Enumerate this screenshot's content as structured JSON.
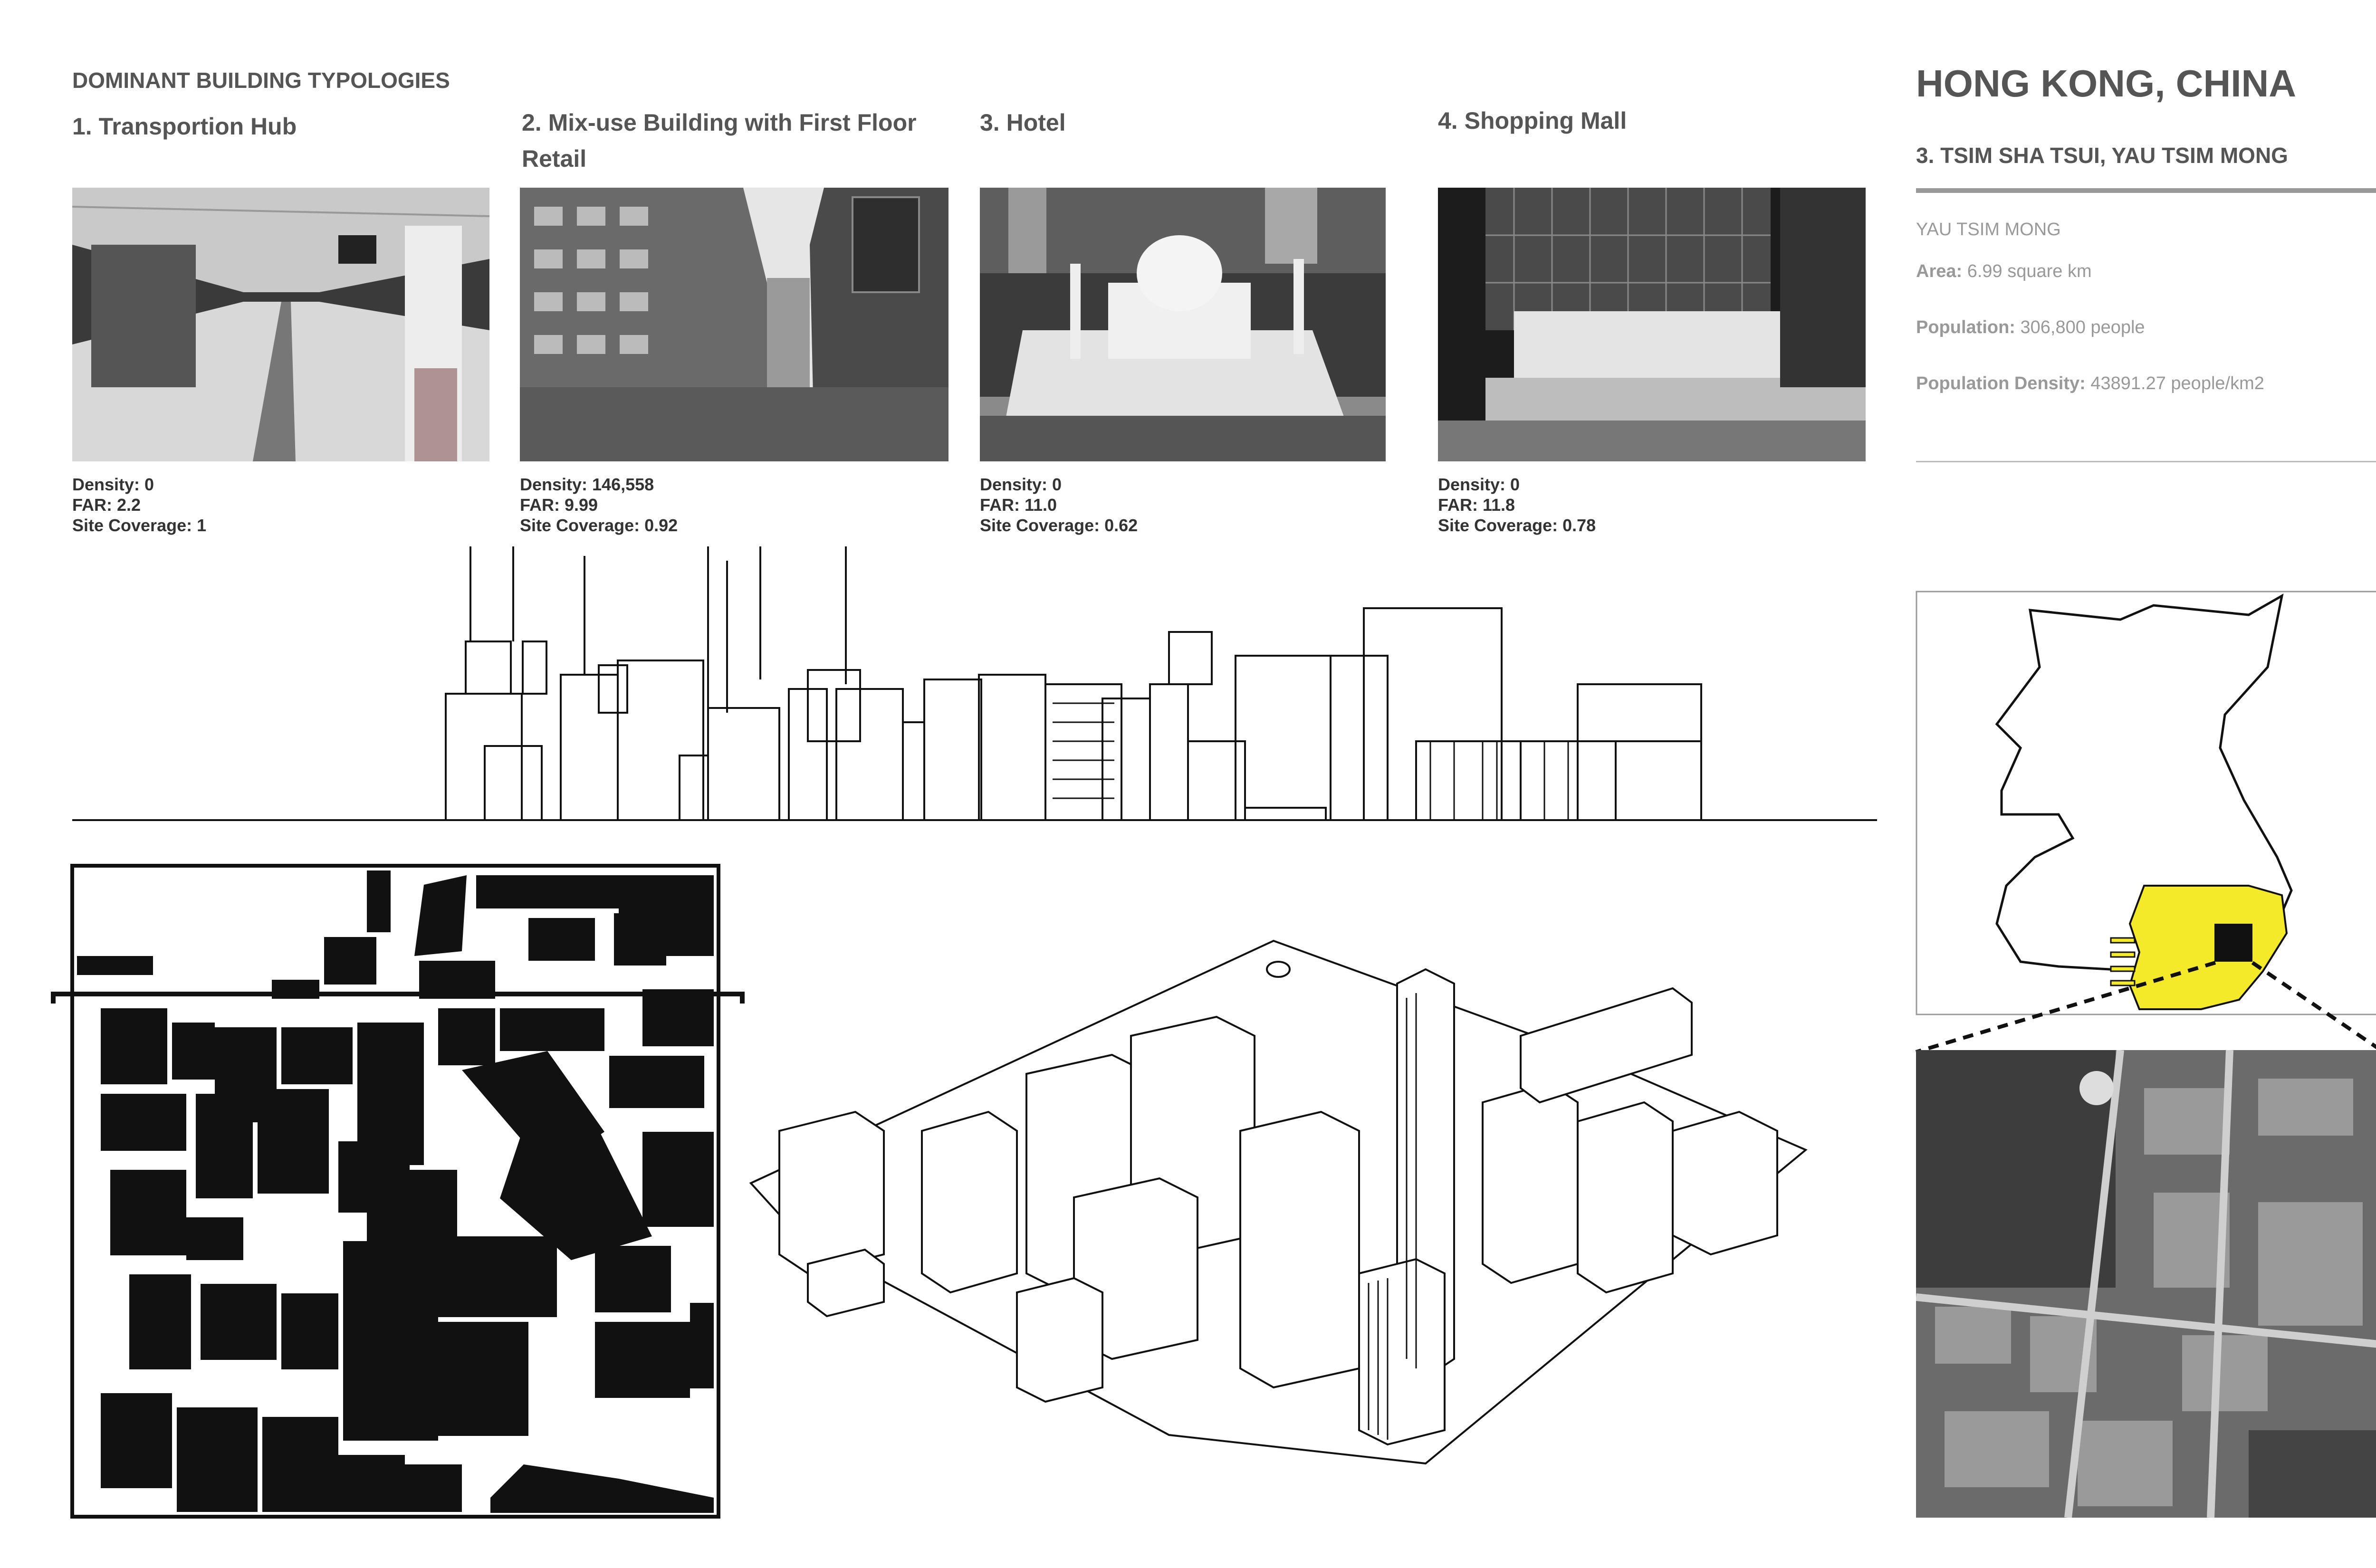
{
  "section_title": "DOMINANT BUILDING TYPOLOGIES",
  "typologies": [
    {
      "title": "1. Transportion Hub",
      "photo_icon": "subway-station-photo",
      "stats": {
        "density": "Density: 0",
        "far": "FAR: 2.2",
        "coverage": "Site Coverage: 1"
      }
    },
    {
      "title": "2. Mix-use Building with First Floor Retail",
      "photo_icon": "street-buildings-photo",
      "stats": {
        "density": "Density: 146,558",
        "far": "FAR: 9.99",
        "coverage": "Site Coverage: 0.92"
      }
    },
    {
      "title": "3. Hotel",
      "photo_icon": "mosque-photo",
      "stats": {
        "density": "Density: 0",
        "far": "FAR: 11.0",
        "coverage": "Site Coverage: 0.62"
      }
    },
    {
      "title": "4. Shopping Mall",
      "photo_icon": "shopping-mall-photo",
      "stats": {
        "density": "Density: 0",
        "far": "FAR:  11.8",
        "coverage": "Site Coverage: 0.78"
      }
    }
  ],
  "city": "HONG KONG, CHINA",
  "district": "3. TSIM SHA TSUI, YAU TSIM MONG",
  "district_info": {
    "name": "YAU TSIM MONG",
    "area_label": "Area:",
    "area_value": "6.99 square km",
    "population_label": "Population:",
    "population_value": "306,800 people",
    "density_label": "Population Density:",
    "density_value": "43891.27 people/km2"
  },
  "colors": {
    "highlight": "#f5ea2a",
    "divider": "#999999",
    "text": "#555555"
  }
}
